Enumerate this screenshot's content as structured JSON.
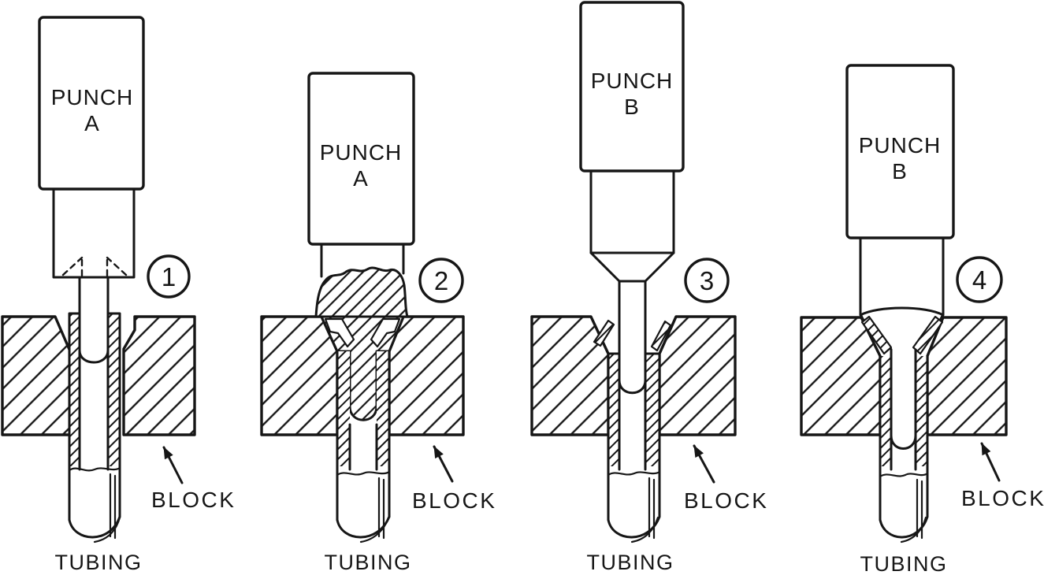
{
  "figure": {
    "background": "#ffffff",
    "ink": "#161616",
    "panels": [
      {
        "step": "1",
        "punch_line1": "PUNCH",
        "punch_line2": "A",
        "block_label": "BLOCK",
        "tubing_label": "TUBING"
      },
      {
        "step": "2",
        "punch_line1": "PUNCH",
        "punch_line2": "A",
        "block_label": "BLOCK",
        "tubing_label": "TUBING"
      },
      {
        "step": "3",
        "punch_line1": "PUNCH",
        "punch_line2": "B",
        "block_label": "BLOCK",
        "tubing_label": "TUBING"
      },
      {
        "step": "4",
        "punch_line1": "PUNCH",
        "punch_line2": "B",
        "block_label": "BLOCK",
        "tubing_label": "TUBING"
      }
    ]
  }
}
